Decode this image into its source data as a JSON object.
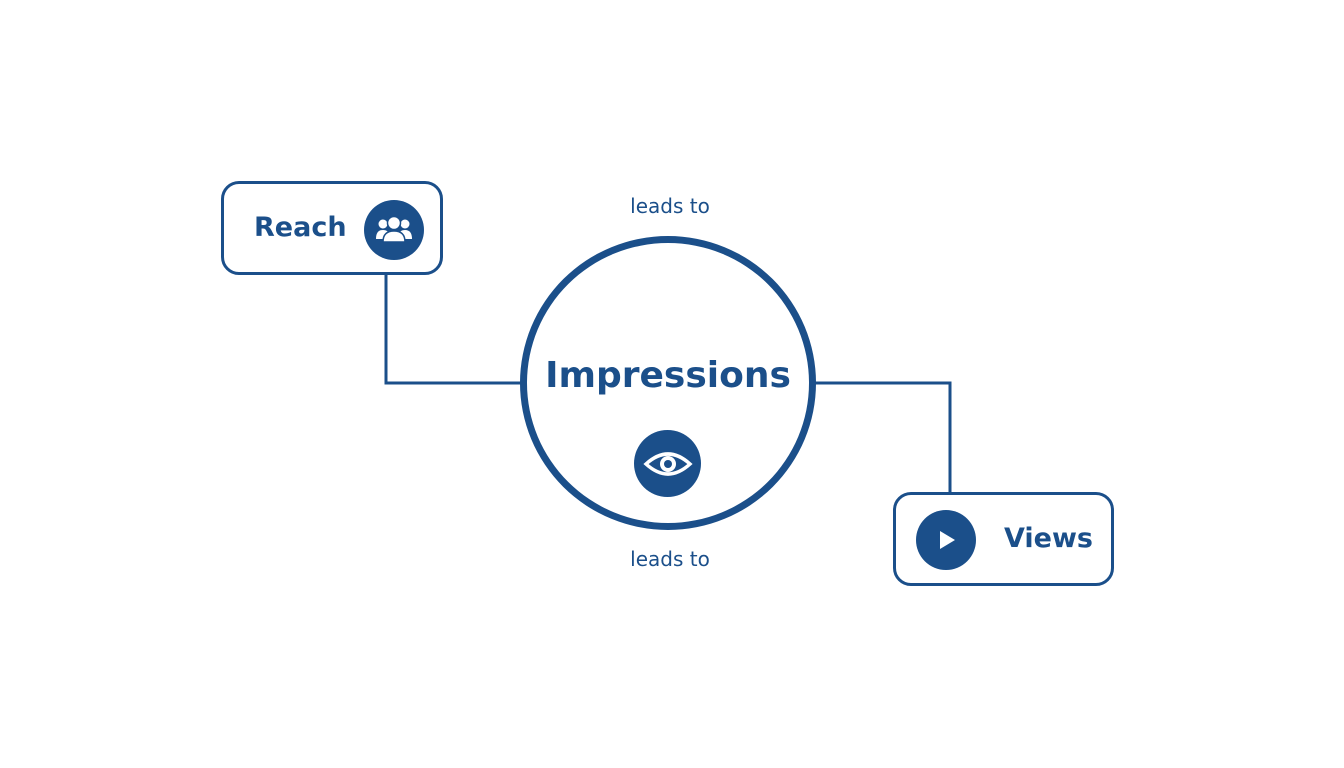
{
  "nodes": {
    "reach": {
      "label": "Reach",
      "icon": "people-group-icon"
    },
    "impressions": {
      "label": "Impressions",
      "icon": "eye-icon"
    },
    "views": {
      "label": "Views",
      "icon": "play-icon"
    }
  },
  "edges": [
    {
      "from": "reach",
      "to": "impressions",
      "label": "leads to"
    },
    {
      "from": "impressions",
      "to": "views",
      "label": "leads to"
    }
  ],
  "colors": {
    "primary": "#1b4f8a",
    "background": "#ffffff"
  }
}
